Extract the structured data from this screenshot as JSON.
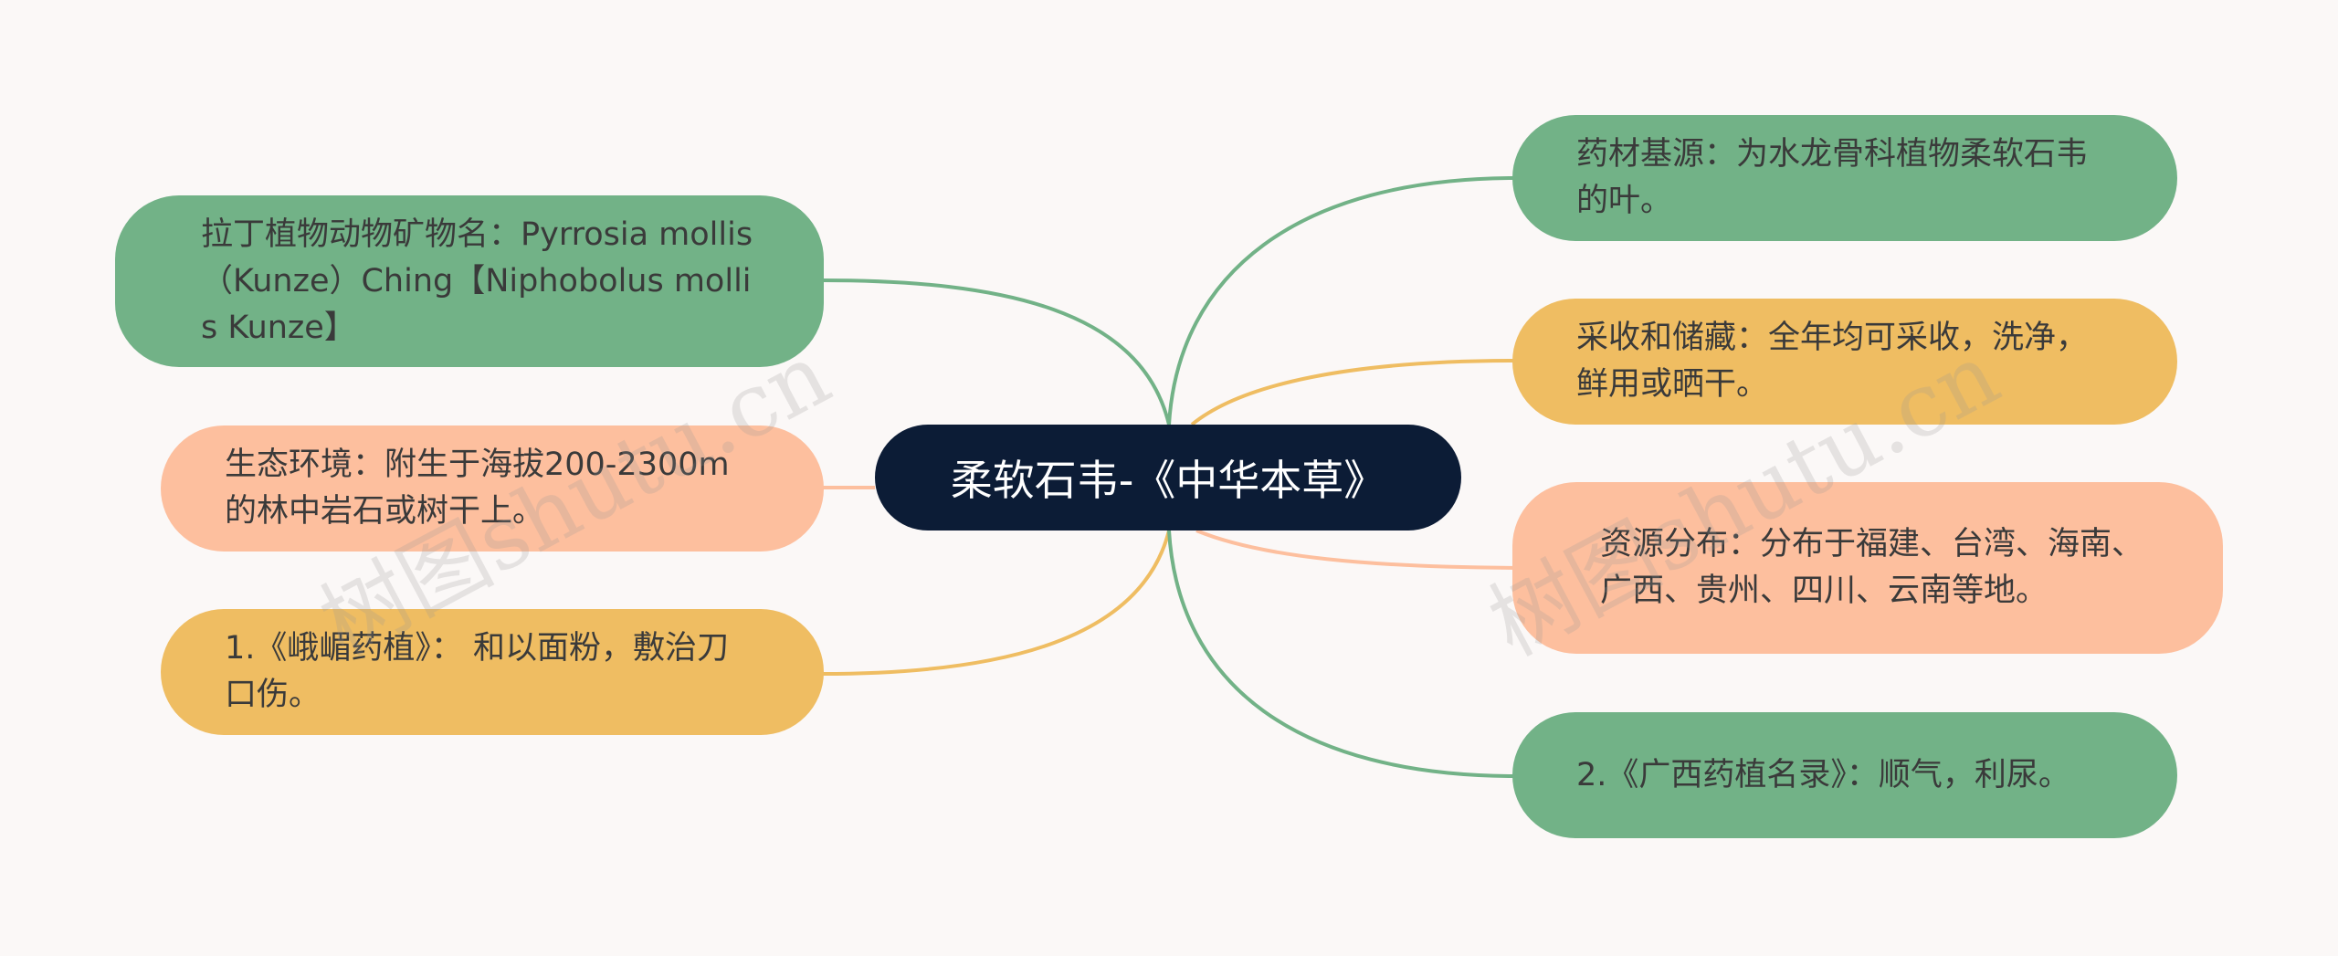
{
  "center": {
    "label": "柔软石韦-《中华本草》"
  },
  "nodes": {
    "latin_name": "拉丁植物动物矿物名：Pyrrosia mollis （Kunze）Ching【Niphobolus mollis Kunze】",
    "ecology": "生态环境：附生于海拔200-2300m的林中岩石或树干上。",
    "emei": "1.《峨嵋药植》： 和以面粉，敷治刀口伤。",
    "source": "药材基源：为水龙骨科植物柔软石韦的叶。",
    "harvest": "采收和储藏：全年均可采收，洗净，鲜用或晒干。",
    "distribution": "资源分布：分布于福建、台湾、海南、广西、贵州、四川、云南等地。",
    "guangxi": "2.《广西药植名录》：顺气，利尿。"
  },
  "watermark": {
    "left": "树图shutu.cn",
    "right": "树图shutu.cn"
  },
  "colors": {
    "green": "#72b287",
    "salmon": "#fdbf9e",
    "yellow": "#efbd62",
    "center": "#0c1c36",
    "background": "#fbf8f7"
  }
}
